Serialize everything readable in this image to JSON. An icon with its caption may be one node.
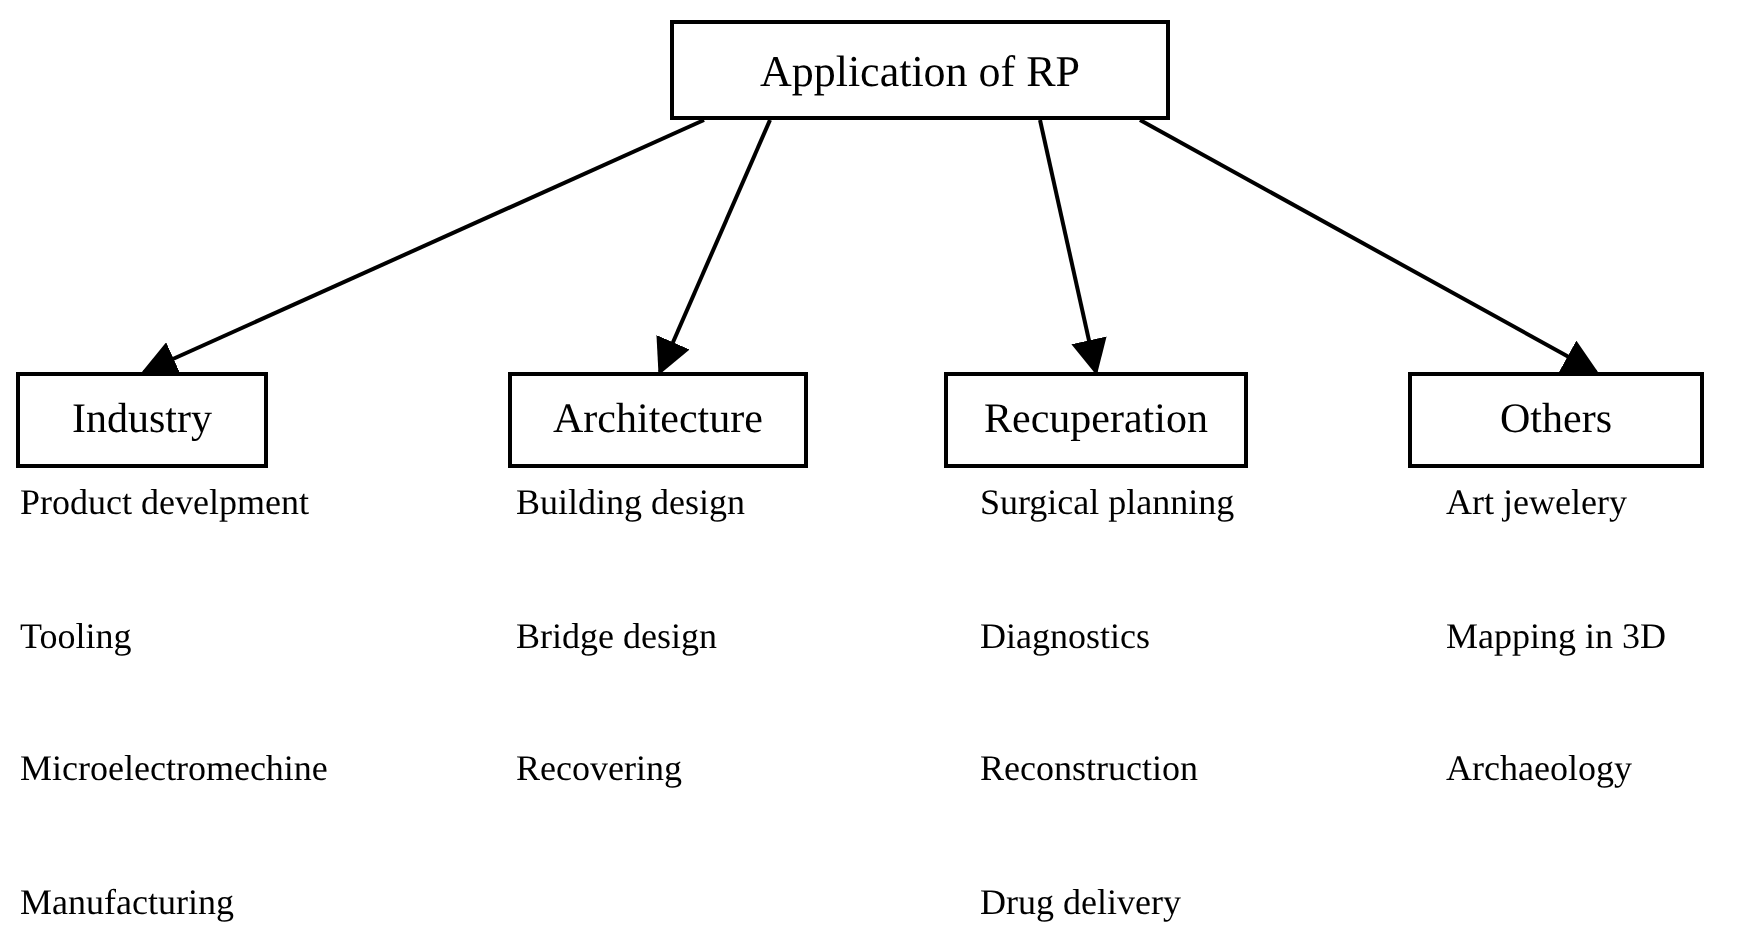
{
  "diagram": {
    "nodes": [
      {
        "text": [
          "Application of RP"
        ]
      },
      {
        "text": [
          "Industry"
        ]
      },
      {
        "text": [
          "Architecture"
        ]
      },
      {
        "text": [
          "Recuperation"
        ]
      },
      {
        "text": [
          "Others"
        ]
      }
    ],
    "edges": [
      {
        "from": 0,
        "to": 1,
        "arrow": "to"
      },
      {
        "from": 0,
        "to": 2,
        "arrow": "to"
      },
      {
        "from": 0,
        "to": 3,
        "arrow": "to"
      },
      {
        "from": 0,
        "to": 4,
        "arrow": "to"
      }
    ],
    "labels": [
      "Product develpment",
      "Building design",
      "Surgical planning",
      "Art jewelery",
      "Tooling",
      "Bridge design",
      "Diagnostics",
      "Mapping in 3D",
      "Microelectromechine",
      "Recovering",
      "Reconstruction",
      "Archaeology",
      "Manufacturing",
      "Drug delivery"
    ]
  }
}
